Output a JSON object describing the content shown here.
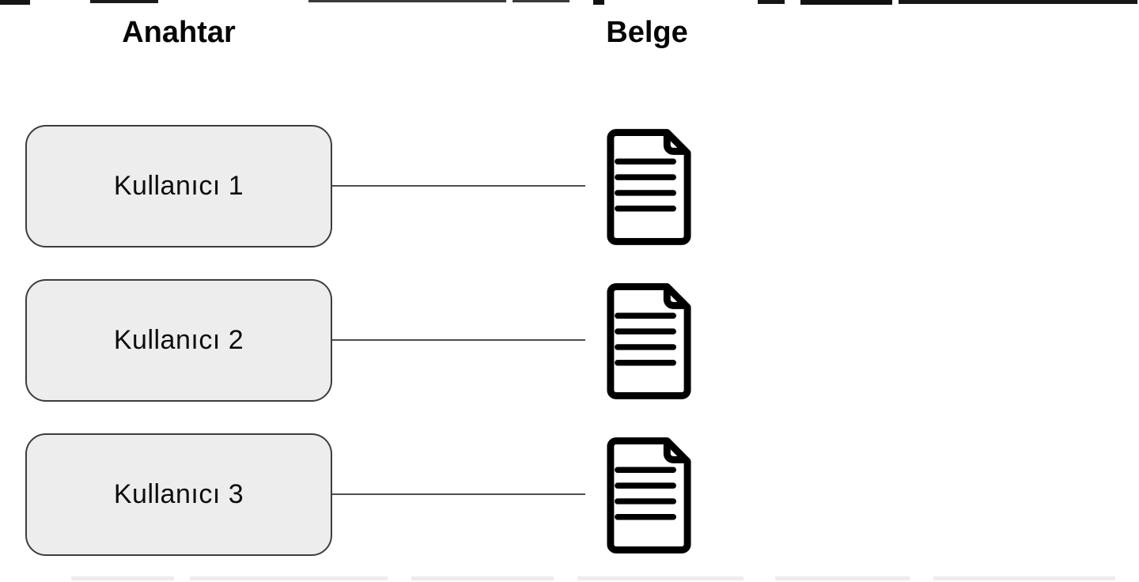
{
  "diagram": {
    "columns": [
      {
        "label": "Anahtar"
      },
      {
        "label": "Belge"
      }
    ],
    "rows": [
      {
        "key_label": "Kullanıcı 1",
        "target_icon": "document-icon"
      },
      {
        "key_label": "Kullanıcı 2",
        "target_icon": "document-icon"
      },
      {
        "key_label": "Kullanıcı 3",
        "target_icon": "document-icon"
      }
    ],
    "colors": {
      "background": "#ffffff",
      "key_box_fill": "#ededed",
      "key_box_border": "#3d3d3d",
      "connector": "#4f4f4f",
      "icon_stroke": "#000000",
      "header_text": "#050505"
    }
  }
}
